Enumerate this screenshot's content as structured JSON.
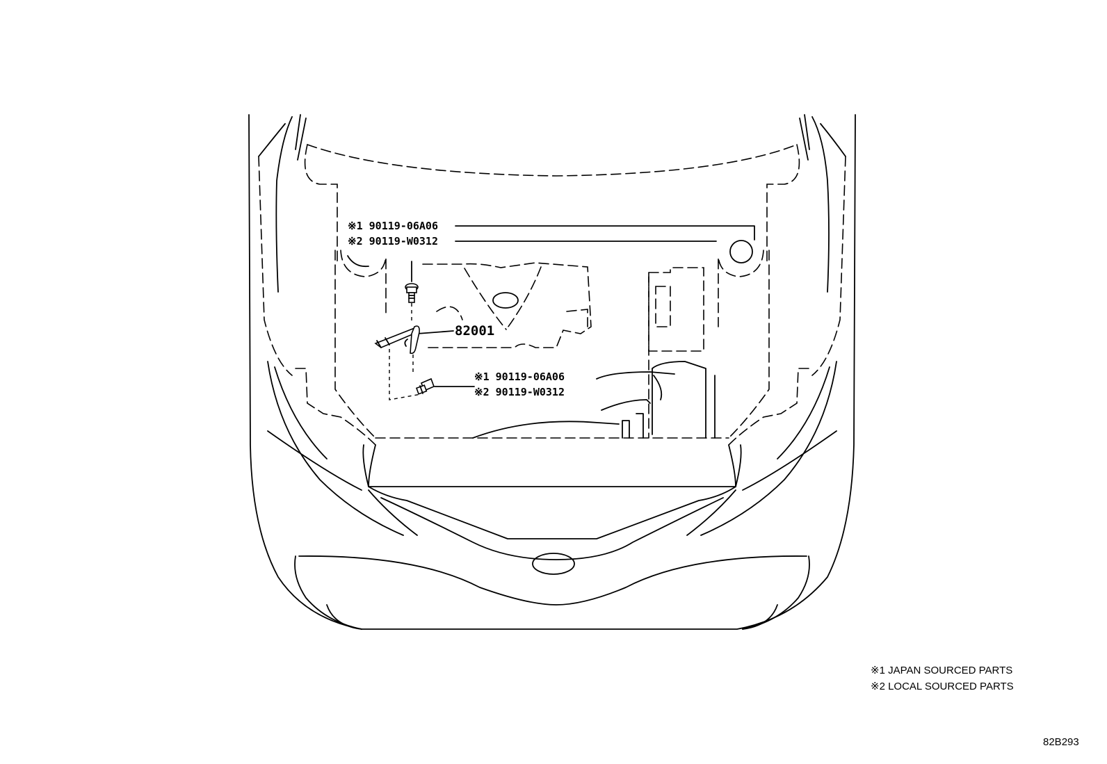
{
  "callouts": {
    "upper_1": "※1 90119-06A06",
    "upper_2": "※2 90119-W0312",
    "part_number": "82001",
    "lower_1": "※1 90119-06A06",
    "lower_2": "※2 90119-W0312"
  },
  "legend": {
    "line_1": "※1 JAPAN SOURCED PARTS",
    "line_2": "※2 LOCAL SOURCED PARTS"
  },
  "illustration_code": "82B293",
  "icons": [
    "bolt-icon",
    "wire-harness-bracket-icon",
    "toyota-emblem-icon"
  ]
}
